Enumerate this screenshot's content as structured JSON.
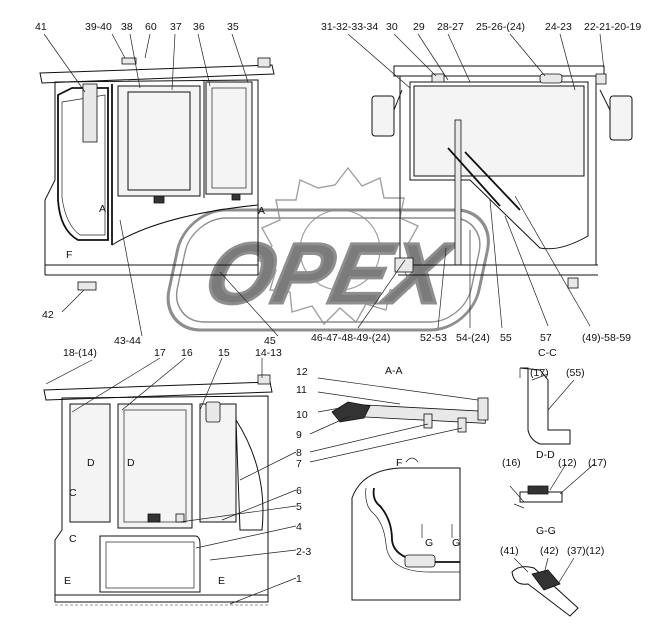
{
  "watermark": {
    "brand": "OPEX"
  },
  "view_tags": [
    "A",
    "A",
    "C",
    "C",
    "D",
    "D",
    "E",
    "E",
    "F",
    "G",
    "G"
  ],
  "section_titles": {
    "cc": "C-C",
    "dd": "D-D",
    "gg": "G-G",
    "aa": "A-A",
    "f": "F"
  },
  "callouts_top_left": [
    "39-40",
    "38",
    "60",
    "37",
    "36",
    "35",
    "41",
    "42",
    "43-44",
    "45"
  ],
  "callouts_top_right": [
    "31-32-33-34",
    "30",
    "29",
    "28-27",
    "25-26-(24)",
    "24-23",
    "22-21-20-19",
    "46-47-48-49-(24)",
    "52-53",
    "54-(24)",
    "55",
    "57",
    "(49)-58-59"
  ],
  "callouts_bottom_left": [
    "18-(14)",
    "17",
    "16",
    "15",
    "14-13",
    "12",
    "11",
    "10",
    "9",
    "8",
    "7",
    "6",
    "5",
    "4",
    "2-3",
    "1"
  ],
  "callouts_cc": [
    "(17)",
    "(55)"
  ],
  "callouts_dd": [
    "(16)",
    "(12)",
    "(17)"
  ],
  "callouts_gg": [
    "(41)",
    "(42)",
    "(37)(12)"
  ]
}
